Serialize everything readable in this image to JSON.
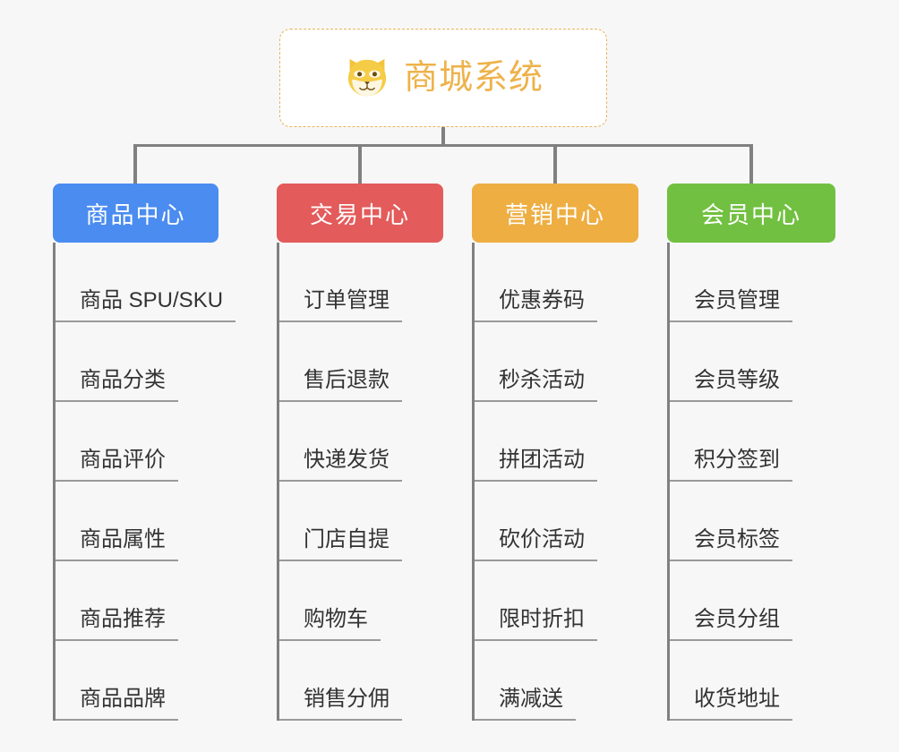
{
  "root": {
    "title": "商城系统",
    "icon": "shiba-dog-icon",
    "accent_color": "#eeb24a",
    "border_color": "#e8b45c",
    "background": "#ffffff"
  },
  "canvas": {
    "background": "#f7f7f7",
    "connector_color": "#808080"
  },
  "branches": [
    {
      "label": "商品中心",
      "color": "#4a8cf0",
      "items": [
        "商品 SPU/SKU",
        "商品分类",
        "商品评价",
        "商品属性",
        "商品推荐",
        "商品品牌"
      ]
    },
    {
      "label": "交易中心",
      "color": "#e35b5b",
      "items": [
        "订单管理",
        "售后退款",
        "快递发货",
        "门店自提",
        "购物车",
        "销售分佣"
      ]
    },
    {
      "label": "营销中心",
      "color": "#eeae42",
      "items": [
        "优惠券码",
        "秒杀活动",
        "拼团活动",
        "砍价活动",
        "限时折扣",
        "满减送"
      ]
    },
    {
      "label": "会员中心",
      "color": "#72c041",
      "items": [
        "会员管理",
        "会员等级",
        "积分签到",
        "会员标签",
        "会员分组",
        "收货地址"
      ]
    }
  ]
}
